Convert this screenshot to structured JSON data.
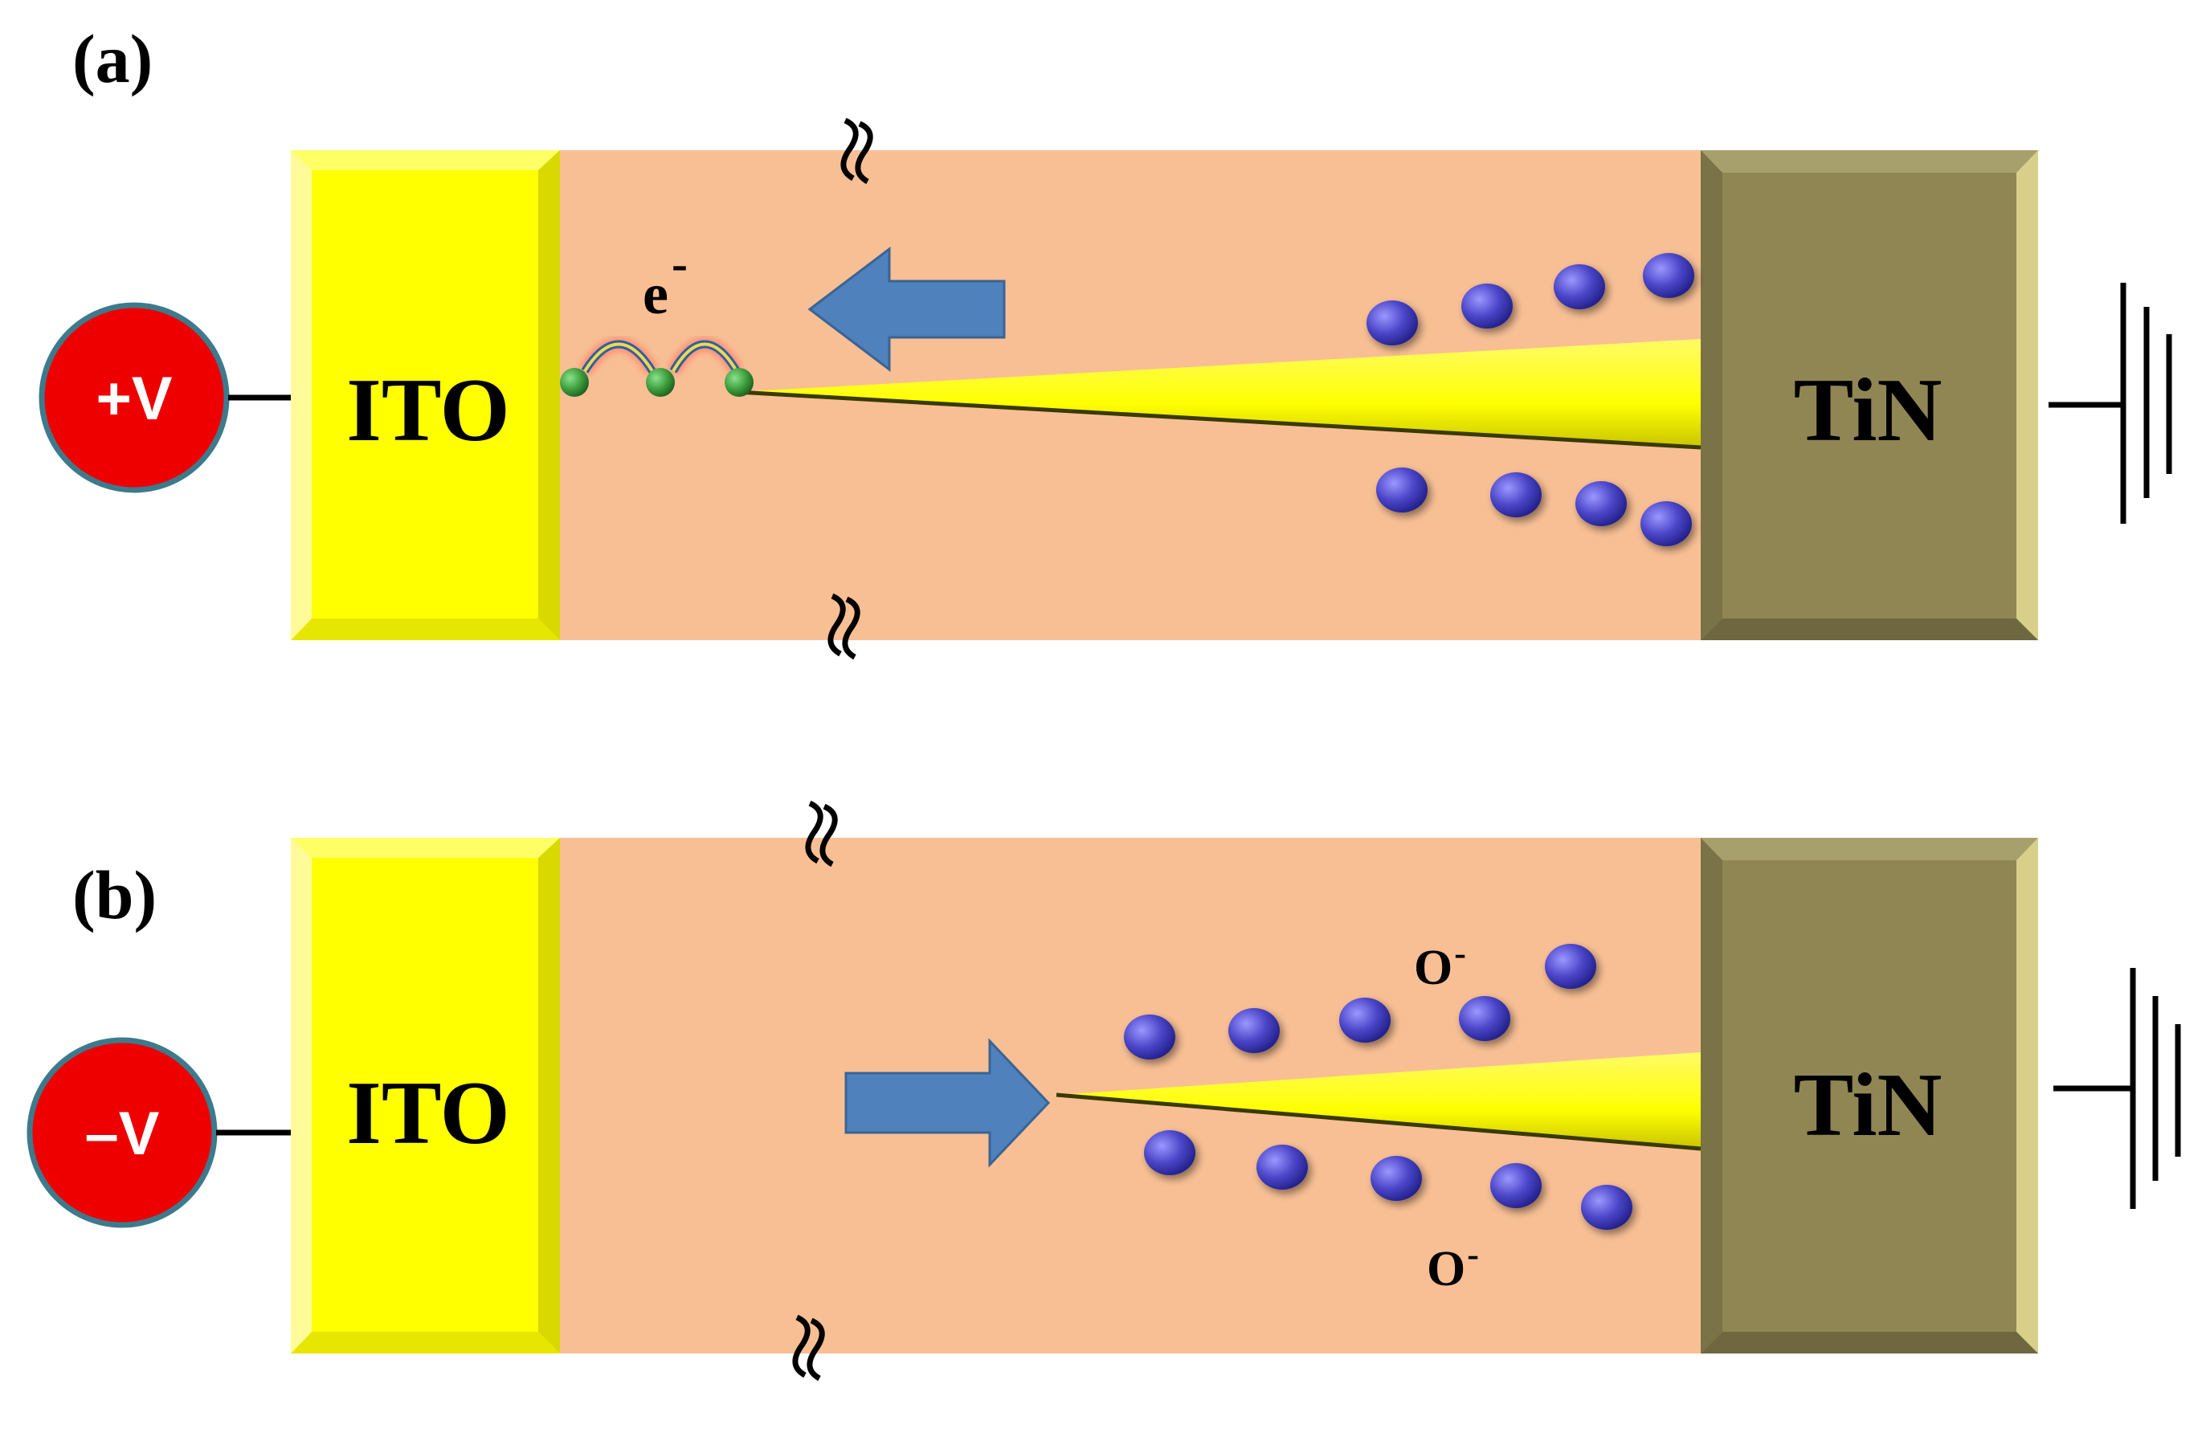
{
  "panels": [
    {
      "label": "(a)",
      "voltage": "+V",
      "left_electrode": "ITO",
      "right_electrode": "TiN",
      "electron_symbol": "e",
      "electron_charge": "-",
      "ion_labels": []
    },
    {
      "label": "(b)",
      "voltage": "–V",
      "left_electrode": "ITO",
      "right_electrode": "TiN",
      "electron_symbol": "",
      "electron_charge": "",
      "ion_labels": [
        {
          "base": "O",
          "charge": "-"
        },
        {
          "base": "O",
          "charge": "-"
        }
      ]
    }
  ],
  "colors": {
    "ito": "#ffff00",
    "tin": "#8f8654",
    "oxide": "#f8bf94",
    "filament": "#ffff00",
    "arrow": "#4f81bd",
    "source": "#ee0000",
    "ion": "#4b46c8",
    "electron_site": "#3a9b3a"
  },
  "icons": {
    "source": "voltage-source-icon",
    "ground": "ground-icon",
    "break": "axis-break-icon",
    "arrow": "block-arrow-icon"
  }
}
